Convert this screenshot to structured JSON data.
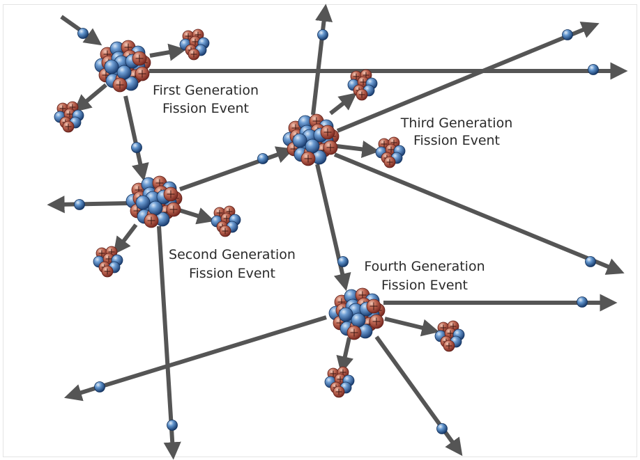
{
  "labels": {
    "first": {
      "line1": "First Generation",
      "line2": "Fission Event"
    },
    "second": {
      "line1": "Second Generation",
      "line2": "Fission Event"
    },
    "third": {
      "line1": "Third Generation",
      "line2": "Fission Event"
    },
    "fourth": {
      "line1": "Fourth Generation",
      "line2": "Fission Event"
    }
  },
  "colors": {
    "arrow": "#555555",
    "neutron": "#2d5f9e",
    "proton": "#a8403a",
    "background": "#ffffff"
  },
  "icons": [
    "neutron-icon",
    "proton-icon",
    "nucleus-icon",
    "fission-fragment-icon",
    "arrow-icon"
  ]
}
